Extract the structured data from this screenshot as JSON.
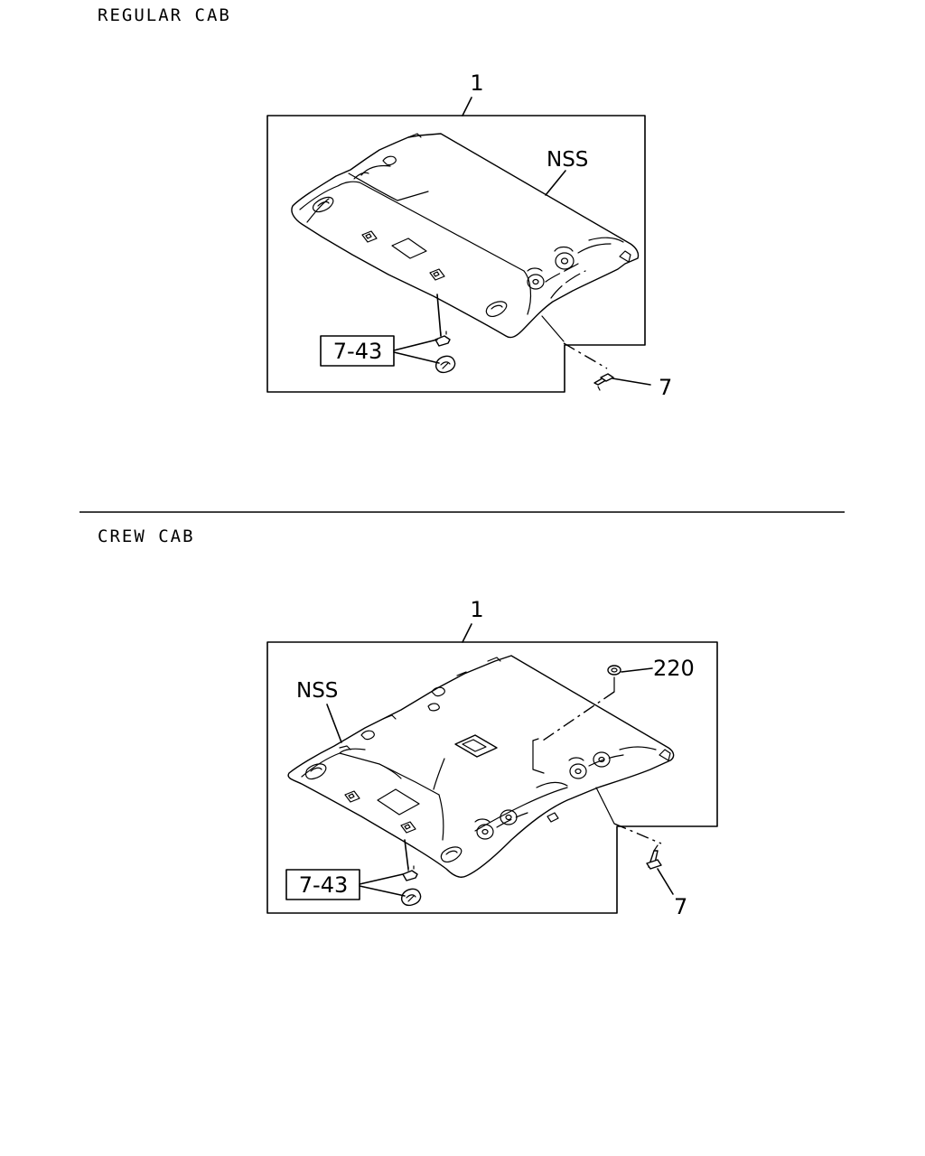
{
  "sections": [
    {
      "title": "REGULAR CAB",
      "labels": {
        "assembly": "1",
        "nss": "NSS",
        "clip_ref": "7-43",
        "screw": "7"
      }
    },
    {
      "title": "CREW CAB",
      "labels": {
        "assembly": "1",
        "nss": "NSS",
        "clip_ref": "7-43",
        "screw": "7",
        "grommet": "220"
      }
    }
  ]
}
